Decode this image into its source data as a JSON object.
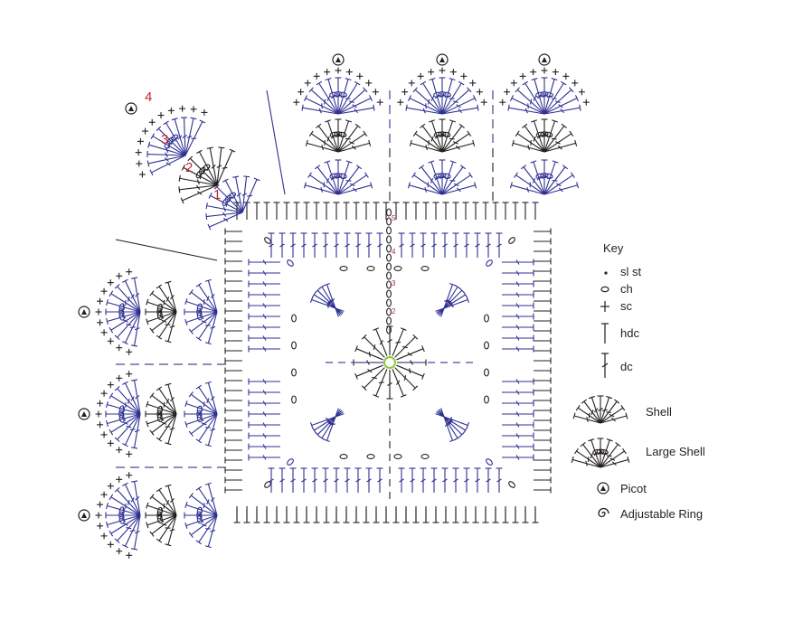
{
  "key": {
    "title": "Key",
    "items": [
      {
        "id": "sl_st",
        "label": "sl st"
      },
      {
        "id": "ch",
        "label": "ch"
      },
      {
        "id": "sc",
        "label": "sc"
      },
      {
        "id": "hdc",
        "label": "hdc"
      },
      {
        "id": "dc",
        "label": "dc"
      },
      {
        "id": "shell",
        "label": "Shell"
      },
      {
        "id": "large_shell",
        "label": "Large Shell"
      },
      {
        "id": "picot",
        "label": "Picot"
      },
      {
        "id": "adjustable_ring",
        "label": "Adjustable Ring"
      }
    ]
  },
  "row_numbers_center": [
    "1",
    "2",
    "3",
    "4",
    "5"
  ],
  "row_numbers_corner": [
    "1",
    "2",
    "3",
    "4"
  ],
  "colors": {
    "black": "#231f20",
    "blue": "#2e3192",
    "red": "#c1272d",
    "ring": "#8dc63f"
  }
}
